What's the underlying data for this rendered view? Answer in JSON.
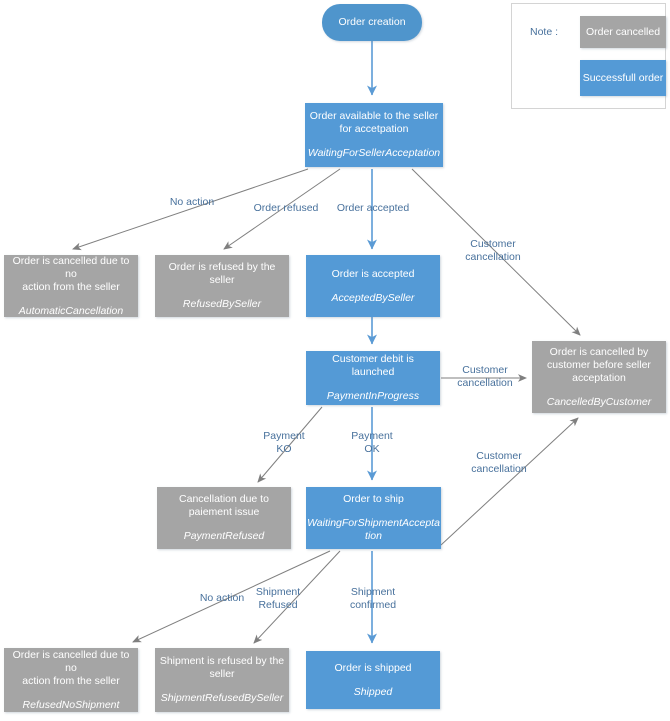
{
  "diagram": {
    "title": "Order lifecycle state flowchart",
    "colors": {
      "blue": "#549ad6",
      "gray": "#a5a5a5",
      "label_text": "#48719c",
      "edge_line": "#7f7f7f",
      "blue_edge_line": "#5b9bd5",
      "background": "#ffffff"
    }
  },
  "legend": {
    "note_label": "Note :",
    "items": [
      {
        "label": "Order cancelled",
        "color": "gray"
      },
      {
        "label": "Successfull order",
        "color": "blue"
      }
    ]
  },
  "nodes": [
    {
      "id": "order-creation",
      "title": "Order creation",
      "state": "",
      "color": "blue",
      "shape": "rounded"
    },
    {
      "id": "waiting-for-seller-acceptation",
      "title": "Order available to the seller\nfor accetpation",
      "state": "WaitingForSellerAcceptation",
      "color": "blue",
      "shape": "rect"
    },
    {
      "id": "automatic-cancellation",
      "title": "Order is cancelled due to no\naction from the seller",
      "state": "AutomaticCancellation",
      "color": "gray",
      "shape": "rect"
    },
    {
      "id": "refused-by-seller",
      "title": "Order is refused by the seller",
      "state": "RefusedBySeller",
      "color": "gray",
      "shape": "rect"
    },
    {
      "id": "accepted-by-seller",
      "title": "Order is accepted",
      "state": "AcceptedBySeller",
      "color": "blue",
      "shape": "rect"
    },
    {
      "id": "payment-in-progress",
      "title": "Customer debit is launched",
      "state": "PaymentInProgress",
      "color": "blue",
      "shape": "rect"
    },
    {
      "id": "cancelled-by-customer",
      "title": "Order is cancelled by\ncustomer before seller\nacceptation",
      "state": "CancelledByCustomer",
      "color": "gray",
      "shape": "rect"
    },
    {
      "id": "payment-refused",
      "title": "Cancellation due to\npaiement issue",
      "state": "PaymentRefused",
      "color": "gray",
      "shape": "rect"
    },
    {
      "id": "waiting-for-shipment-acceptation",
      "title": "Order to ship",
      "state": "WaitingForShipmentAccepta\ntion",
      "color": "blue",
      "shape": "rect"
    },
    {
      "id": "refused-no-shipment",
      "title": "Order is cancelled due to no\naction from the seller",
      "state": "RefusedNoShipment",
      "color": "gray",
      "shape": "rect"
    },
    {
      "id": "shipment-refused-by-seller",
      "title": "Shipment is refused by the\nseller",
      "state": "ShipmentRefusedBySeller",
      "color": "gray",
      "shape": "rect"
    },
    {
      "id": "shipped",
      "title": "Order is shipped",
      "state": "Shipped",
      "color": "blue",
      "shape": "rect"
    }
  ],
  "edges": [
    {
      "id": "e1",
      "from": "order-creation",
      "to": "waiting-for-seller-acceptation",
      "label": ""
    },
    {
      "id": "e2",
      "from": "waiting-for-seller-acceptation",
      "to": "automatic-cancellation",
      "label": "No action"
    },
    {
      "id": "e3",
      "from": "waiting-for-seller-acceptation",
      "to": "refused-by-seller",
      "label": "Order refused"
    },
    {
      "id": "e4",
      "from": "waiting-for-seller-acceptation",
      "to": "accepted-by-seller",
      "label": "Order accepted"
    },
    {
      "id": "e5",
      "from": "waiting-for-seller-acceptation",
      "to": "cancelled-by-customer",
      "label": "Customer\ncancellation"
    },
    {
      "id": "e6",
      "from": "accepted-by-seller",
      "to": "payment-in-progress",
      "label": ""
    },
    {
      "id": "e7",
      "from": "payment-in-progress",
      "to": "cancelled-by-customer",
      "label": "Customer\ncancellation"
    },
    {
      "id": "e8",
      "from": "payment-in-progress",
      "to": "payment-refused",
      "label": "Payment\nKO"
    },
    {
      "id": "e9",
      "from": "payment-in-progress",
      "to": "waiting-for-shipment-acceptation",
      "label": "Payment\nOK"
    },
    {
      "id": "e10",
      "from": "waiting-for-shipment-acceptation",
      "to": "cancelled-by-customer",
      "label": "Customer\ncancellation"
    },
    {
      "id": "e11",
      "from": "waiting-for-shipment-acceptation",
      "to": "refused-no-shipment",
      "label": "No action"
    },
    {
      "id": "e12",
      "from": "waiting-for-shipment-acceptation",
      "to": "shipment-refused-by-seller",
      "label": "Shipment\nRefused"
    },
    {
      "id": "e13",
      "from": "waiting-for-shipment-acceptation",
      "to": "shipped",
      "label": "Shipment\nconfirmed"
    }
  ]
}
